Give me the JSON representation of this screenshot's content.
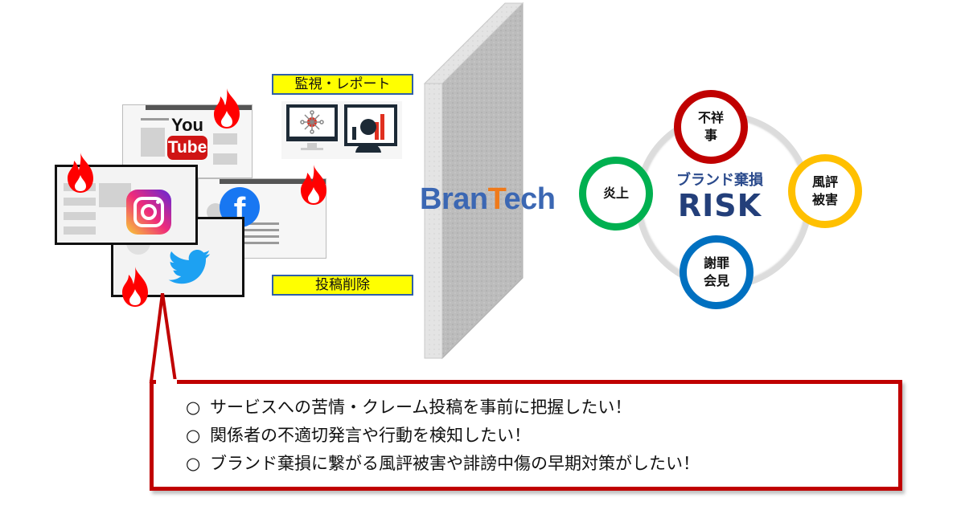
{
  "labels": {
    "monitor_report": "監視・レポート",
    "post_removal": "投稿削除"
  },
  "brand": {
    "name_part1": "Bran",
    "name_t": "T",
    "name_part2": "ech",
    "color_blue": "#3b67b3",
    "color_orange": "#f07a1a"
  },
  "social_icons": [
    "youtube-logo",
    "instagram-logo",
    "facebook-logo",
    "twitter-logo"
  ],
  "youtube": {
    "you": "You",
    "tube": "Tube"
  },
  "risk": {
    "title": "ブランド棄損",
    "big": "RISK",
    "circles": [
      {
        "label_line1": "不祥",
        "label_line2": "事",
        "color": "#c00000"
      },
      {
        "label_line1": "風評",
        "label_line2": "被害",
        "color": "#ffc000"
      },
      {
        "label_line1": "謝罪",
        "label_line2": "会見",
        "color": "#0070c0"
      },
      {
        "label_line1": "炎上",
        "label_line2": "",
        "color": "#00b050"
      }
    ]
  },
  "callout": {
    "bullet": "○",
    "items": [
      "サービスへの苦情・クレーム投稿を事前に把握したい！",
      "関係者の不適切発言や行動を検知したい！",
      "ブランド棄損に繋がる風評被害や誹謗中傷の早期対策がしたい！"
    ],
    "border_color": "#c00000"
  }
}
